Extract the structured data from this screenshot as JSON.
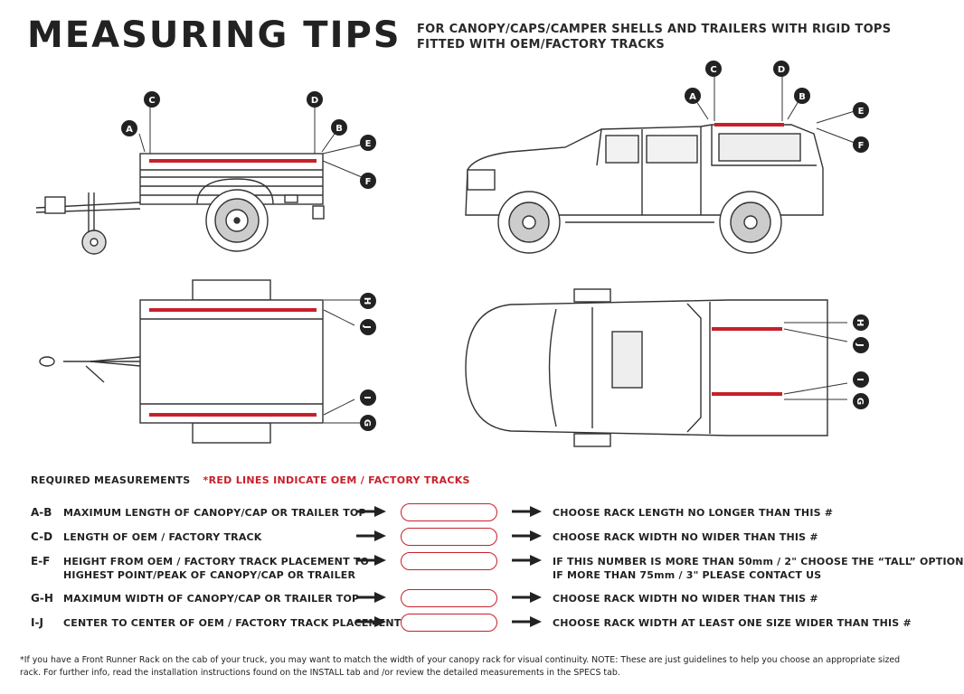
{
  "header": {
    "title": "MEASURING TIPS",
    "subtitle_line1": "FOR CANOPY/CAPS/CAMPER SHELLS AND TRAILERS WITH RIGID TOPS",
    "subtitle_line2": "FITTED WITH OEM/FACTORY TRACKS"
  },
  "diagram_labels": {
    "a": "A",
    "b": "B",
    "c": "C",
    "d": "D",
    "e": "E",
    "f": "F",
    "g": "G",
    "h": "H",
    "i": "I",
    "j": "J"
  },
  "colors": {
    "track_red": "#c7202a",
    "ink": "#222222",
    "label_bg": "#222222"
  },
  "requirements": {
    "heading": "REQUIRED MEASUREMENTS",
    "note": "*RED LINES INDICATE OEM / FACTORY TRACKS",
    "rows": [
      {
        "code": "A-B",
        "desc_line1": "MAXIMUM  LENGTH OF CANOPY/CAP OR TRAILER TOP",
        "desc_line2": "",
        "advice_line1": "CHOOSE RACK LENGTH NO LONGER THAN THIS #",
        "advice_line2": ""
      },
      {
        "code": "C-D",
        "desc_line1": "LENGTH OF OEM / FACTORY TRACK",
        "desc_line2": "",
        "advice_line1": "CHOOSE RACK WIDTH NO WIDER THAN THIS #",
        "advice_line2": ""
      },
      {
        "code": "E-F",
        "desc_line1": "HEIGHT FROM OEM / FACTORY TRACK PLACEMENT TO",
        "desc_line2": "HIGHEST POINT/PEAK OF CANOPY/CAP OR TRAILER",
        "advice_line1": "IF THIS NUMBER IS MORE THAN 50mm / 2\" CHOOSE THE “TALL” OPTION",
        "advice_line2": "IF MORE THAN 75mm / 3\" PLEASE CONTACT US"
      },
      {
        "code": "G-H",
        "desc_line1": "MAXIMUM  WIDTH OF CANOPY/CAP OR TRAILER TOP",
        "desc_line2": "",
        "advice_line1": "CHOOSE RACK WIDTH NO WIDER THAN THIS #",
        "advice_line2": ""
      },
      {
        "code": "I-J",
        "desc_line1": "CENTER TO CENTER OF OEM / FACTORY TRACK PLACEMENT",
        "desc_line2": "",
        "advice_line1": "CHOOSE RACK WIDTH AT LEAST ONE SIZE WIDER THAN THIS #",
        "advice_line2": ""
      }
    ]
  },
  "footnote": "*If you have a Front Runner Rack on the cab of your truck, you may want to match the width of your canopy rack for visual continuity. NOTE: These are just guidelines to help you choose an appropriate sized rack. For further info, read the installation instructions found on the INSTALL tab and /or review the detailed measurements in the SPECS tab."
}
